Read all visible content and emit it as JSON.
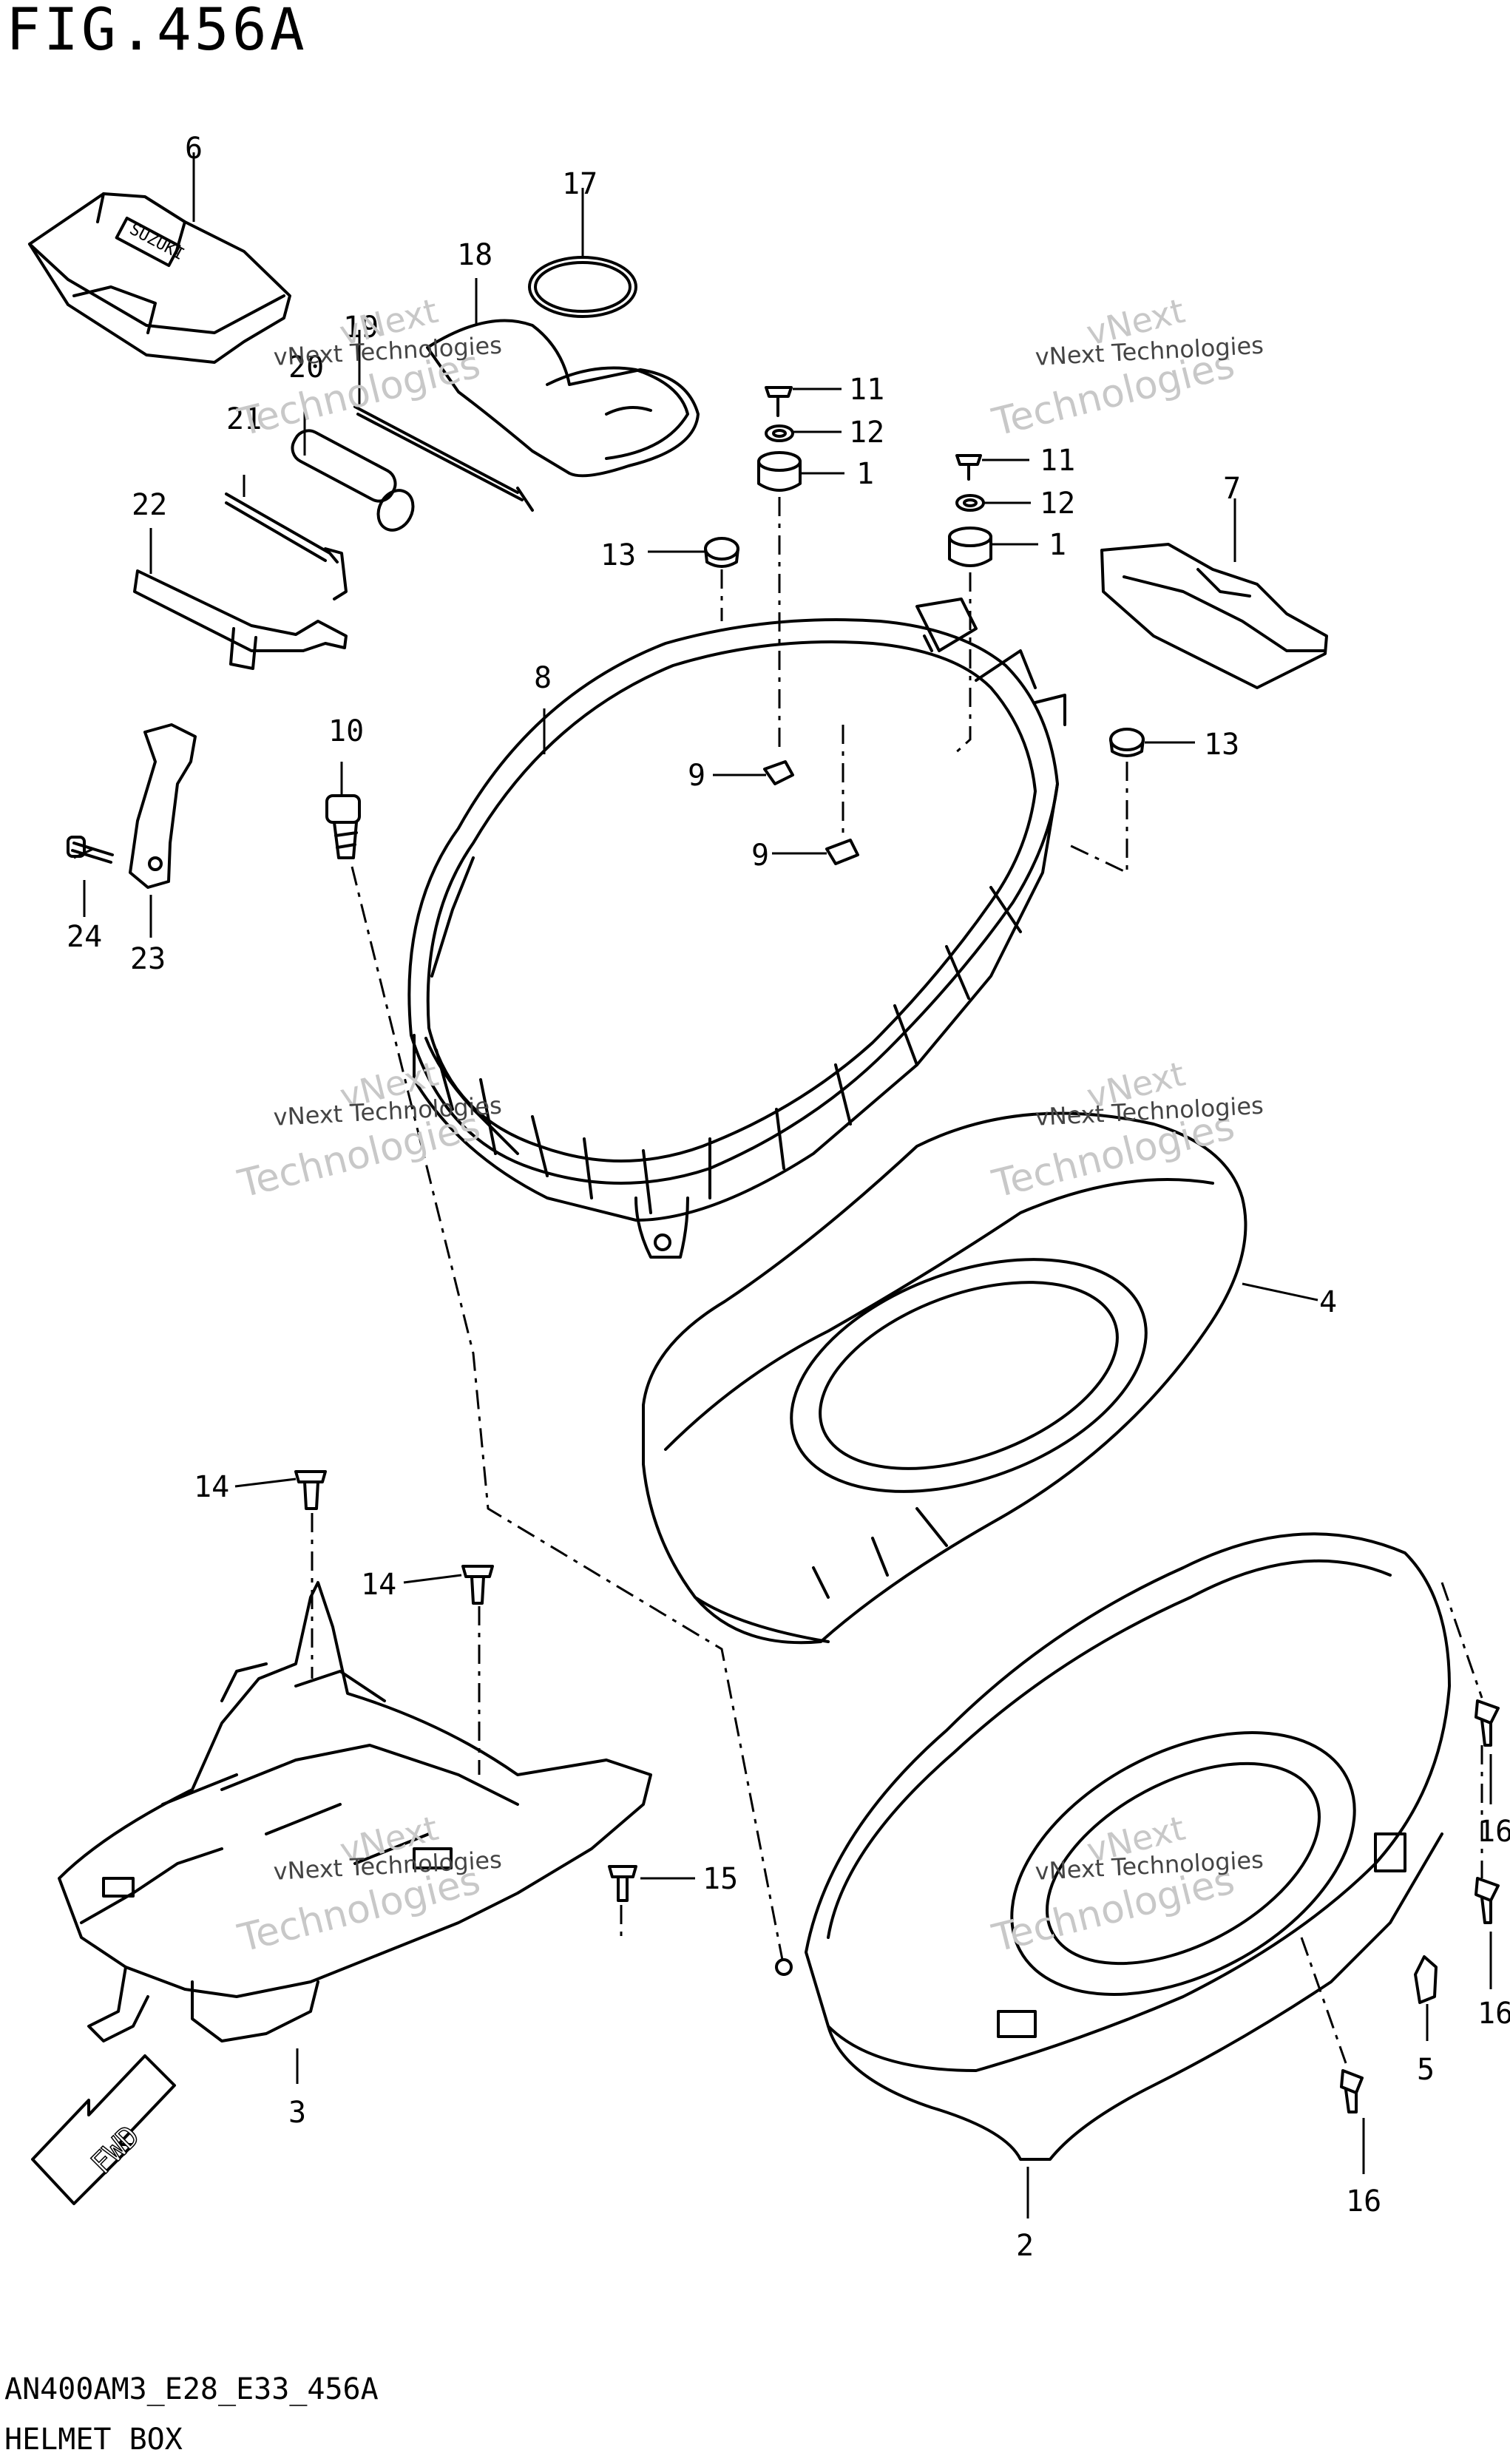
{
  "header": {
    "title": "FIG.456A"
  },
  "footer": {
    "code": "AN400AM3_E28_E33_456A",
    "section": "HELMET BOX"
  },
  "watermark": {
    "line1": "vNext",
    "line2": "Technologies",
    "caption": "vNext Technologies"
  },
  "callouts": [
    "6",
    "17",
    "18",
    "19",
    "20",
    "21",
    "22",
    "11",
    "12",
    "1",
    "11",
    "12",
    "1",
    "7",
    "13",
    "8",
    "13",
    "9",
    "9",
    "10",
    "24",
    "23",
    "4",
    "14",
    "14",
    "15",
    "3",
    "16",
    "16",
    "5",
    "16",
    "2"
  ],
  "badges": {
    "fwd": "FWD",
    "maker": "SUZUKI"
  }
}
